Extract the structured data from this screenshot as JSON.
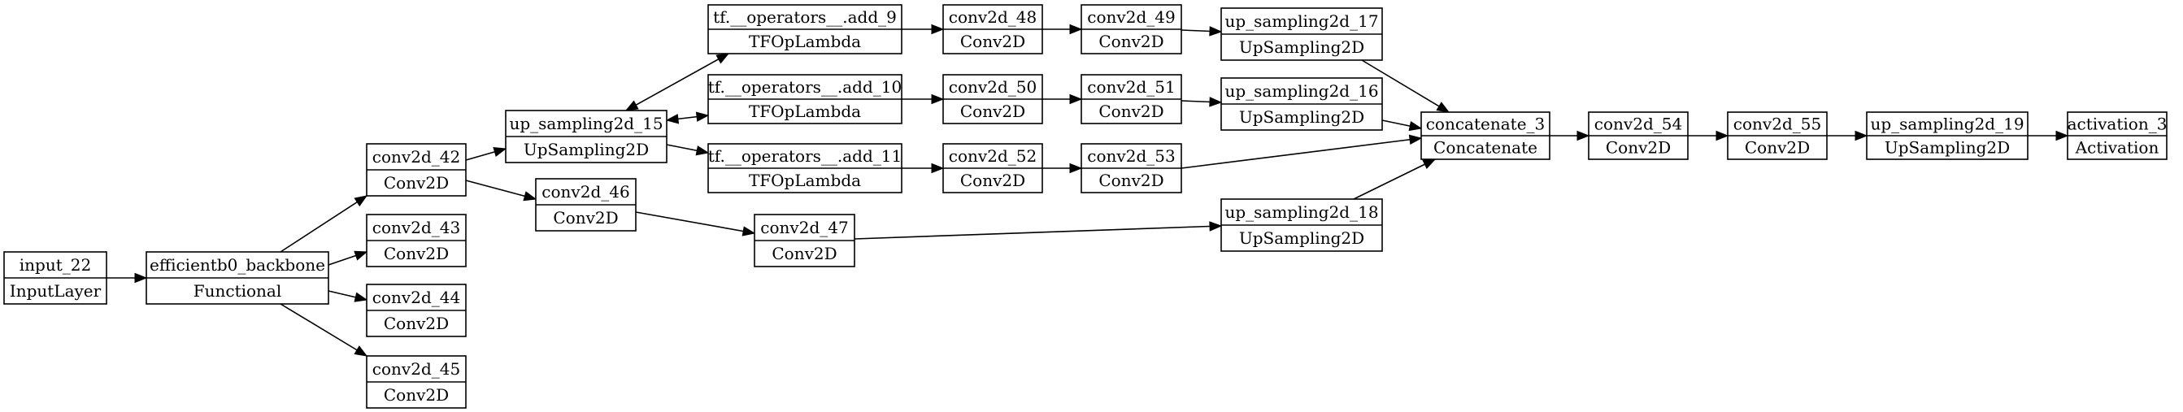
{
  "diagram": {
    "nodes": [
      {
        "id": "input_22",
        "name": "input_22",
        "type": "InputLayer"
      },
      {
        "id": "efficientb0_backbone",
        "name": "efficientb0_backbone",
        "type": "Functional"
      },
      {
        "id": "conv2d_42",
        "name": "conv2d_42",
        "type": "Conv2D"
      },
      {
        "id": "conv2d_43",
        "name": "conv2d_43",
        "type": "Conv2D"
      },
      {
        "id": "conv2d_44",
        "name": "conv2d_44",
        "type": "Conv2D"
      },
      {
        "id": "conv2d_45",
        "name": "conv2d_45",
        "type": "Conv2D"
      },
      {
        "id": "up_sampling2d_15",
        "name": "up_sampling2d_15",
        "type": "UpSampling2D"
      },
      {
        "id": "conv2d_46",
        "name": "conv2d_46",
        "type": "Conv2D"
      },
      {
        "id": "add_9",
        "name": "tf.__operators__.add_9",
        "type": "TFOpLambda"
      },
      {
        "id": "add_10",
        "name": "tf.__operators__.add_10",
        "type": "TFOpLambda"
      },
      {
        "id": "add_11",
        "name": "tf.__operators__.add_11",
        "type": "TFOpLambda"
      },
      {
        "id": "conv2d_47",
        "name": "conv2d_47",
        "type": "Conv2D"
      },
      {
        "id": "conv2d_48",
        "name": "conv2d_48",
        "type": "Conv2D"
      },
      {
        "id": "conv2d_50",
        "name": "conv2d_50",
        "type": "Conv2D"
      },
      {
        "id": "conv2d_52",
        "name": "conv2d_52",
        "type": "Conv2D"
      },
      {
        "id": "conv2d_49",
        "name": "conv2d_49",
        "type": "Conv2D"
      },
      {
        "id": "conv2d_51",
        "name": "conv2d_51",
        "type": "Conv2D"
      },
      {
        "id": "conv2d_53",
        "name": "conv2d_53",
        "type": "Conv2D"
      },
      {
        "id": "up_sampling2d_17",
        "name": "up_sampling2d_17",
        "type": "UpSampling2D"
      },
      {
        "id": "up_sampling2d_16",
        "name": "up_sampling2d_16",
        "type": "UpSampling2D"
      },
      {
        "id": "up_sampling2d_18",
        "name": "up_sampling2d_18",
        "type": "UpSampling2D"
      },
      {
        "id": "concatenate_3",
        "name": "concatenate_3",
        "type": "Concatenate"
      },
      {
        "id": "conv2d_54",
        "name": "conv2d_54",
        "type": "Conv2D"
      },
      {
        "id": "conv2d_55",
        "name": "conv2d_55",
        "type": "Conv2D"
      },
      {
        "id": "up_sampling2d_19",
        "name": "up_sampling2d_19",
        "type": "UpSampling2D"
      },
      {
        "id": "activation_3",
        "name": "activation_3",
        "type": "Activation"
      }
    ],
    "edges": [
      {
        "from": "input_22",
        "to": "efficientb0_backbone"
      },
      {
        "from": "efficientb0_backbone",
        "to": "conv2d_42"
      },
      {
        "from": "efficientb0_backbone",
        "to": "conv2d_43"
      },
      {
        "from": "efficientb0_backbone",
        "to": "conv2d_44"
      },
      {
        "from": "efficientb0_backbone",
        "to": "conv2d_45"
      },
      {
        "from": "conv2d_42",
        "to": "up_sampling2d_15"
      },
      {
        "from": "conv2d_42",
        "to": "conv2d_46"
      },
      {
        "from": "up_sampling2d_15",
        "to": "add_9",
        "bidirectional": true
      },
      {
        "from": "up_sampling2d_15",
        "to": "add_10",
        "bidirectional": true
      },
      {
        "from": "up_sampling2d_15",
        "to": "add_11"
      },
      {
        "from": "conv2d_46",
        "to": "conv2d_47"
      },
      {
        "from": "add_9",
        "to": "conv2d_48"
      },
      {
        "from": "add_10",
        "to": "conv2d_50"
      },
      {
        "from": "add_11",
        "to": "conv2d_52"
      },
      {
        "from": "conv2d_48",
        "to": "conv2d_49"
      },
      {
        "from": "conv2d_50",
        "to": "conv2d_51"
      },
      {
        "from": "conv2d_52",
        "to": "conv2d_53"
      },
      {
        "from": "conv2d_49",
        "to": "up_sampling2d_17"
      },
      {
        "from": "conv2d_51",
        "to": "up_sampling2d_16"
      },
      {
        "from": "conv2d_47",
        "to": "up_sampling2d_18"
      },
      {
        "from": "up_sampling2d_17",
        "to": "concatenate_3"
      },
      {
        "from": "up_sampling2d_16",
        "to": "concatenate_3"
      },
      {
        "from": "conv2d_53",
        "to": "concatenate_3"
      },
      {
        "from": "up_sampling2d_18",
        "to": "concatenate_3"
      },
      {
        "from": "concatenate_3",
        "to": "conv2d_54"
      },
      {
        "from": "conv2d_54",
        "to": "conv2d_55"
      },
      {
        "from": "conv2d_55",
        "to": "up_sampling2d_19"
      },
      {
        "from": "up_sampling2d_19",
        "to": "activation_3"
      }
    ]
  }
}
